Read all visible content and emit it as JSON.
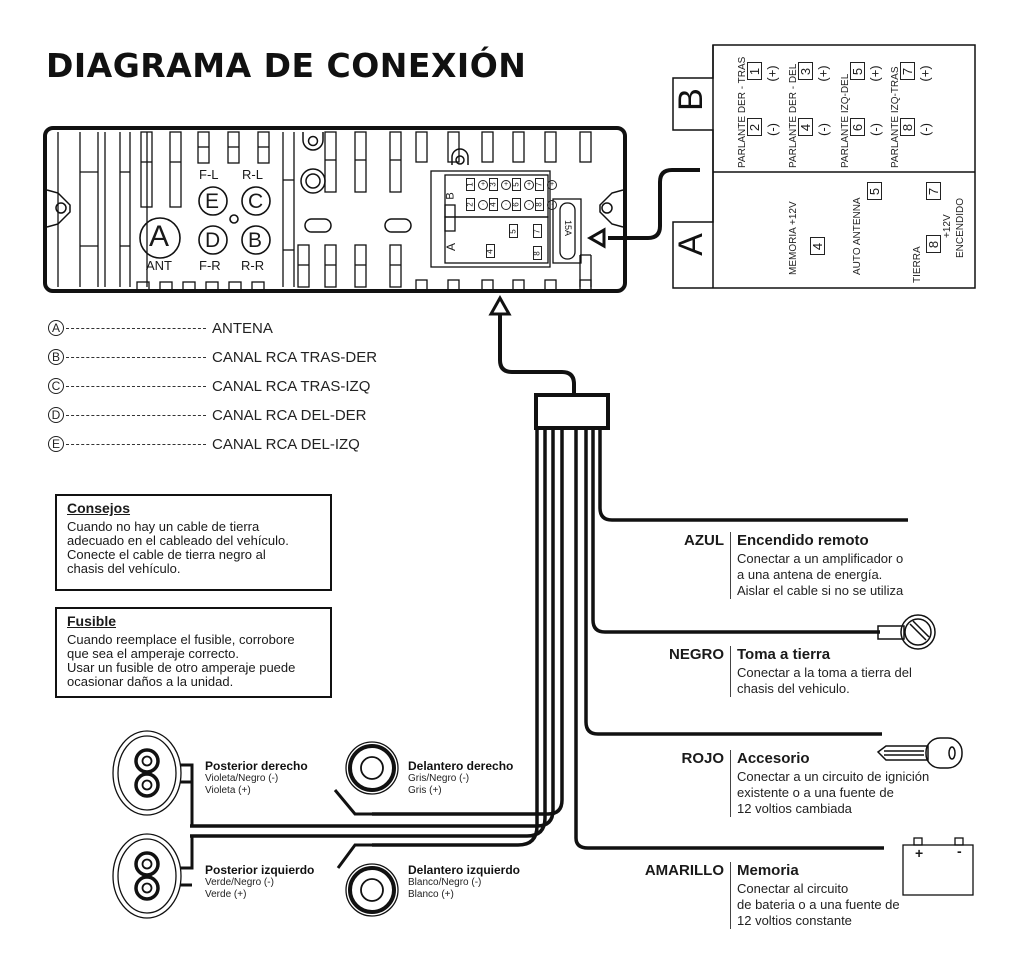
{
  "title": "DIAGRAMA DE CONEXIÓN",
  "head_unit": {
    "labels": {
      "ant": "ANT",
      "fl": "F-L",
      "rl": "R-L",
      "fr": "F-R",
      "rr": "R-R"
    },
    "jacks": {
      "a": "A",
      "b": "B",
      "c": "C",
      "d": "D",
      "e": "E"
    },
    "iso_connector": {
      "block_b_label": "B",
      "block_a_label": "A",
      "fuse_label": "15A",
      "b_pins": [
        "1",
        "3",
        "5",
        "7",
        "2",
        "4",
        "6",
        "8"
      ],
      "a_pins": [
        "5",
        "7",
        "4",
        "8"
      ]
    }
  },
  "pinout": {
    "block_b": {
      "letter": "B",
      "groups": [
        {
          "label": "PARLANTE DER - TRAS",
          "plus_pin": "1",
          "minus_pin": "2"
        },
        {
          "label": "PARLANTE DER - DEL",
          "plus_pin": "3",
          "minus_pin": "4"
        },
        {
          "label": "PARLANTE IZQ-DEL",
          "plus_pin": "5",
          "minus_pin": "6"
        },
        {
          "label": "PARLANTE IZQ-TRAS",
          "plus_pin": "7",
          "minus_pin": "8"
        }
      ],
      "plus": "(+)",
      "minus": "(-)"
    },
    "block_a": {
      "letter": "A",
      "pins": [
        {
          "label": "MEMORIA +12V",
          "pin": "4"
        },
        {
          "label": "AUTO ANTENNA",
          "pin": "5"
        },
        {
          "label": "TIERRA",
          "pin": "8"
        },
        {
          "label": "+12V",
          "label2": "ENCENDIDO",
          "pin": "7"
        }
      ]
    }
  },
  "legend": [
    {
      "letter": "A",
      "text": "ANTENA"
    },
    {
      "letter": "B",
      "text": "CANAL RCA TRAS-DER"
    },
    {
      "letter": "C",
      "text": "CANAL RCA TRAS-IZQ"
    },
    {
      "letter": "D",
      "text": "CANAL RCA DEL-DER"
    },
    {
      "letter": "E",
      "text": "CANAL RCA DEL-IZQ"
    }
  ],
  "notes": {
    "consejos": {
      "title": "Consejos",
      "text": "Cuando no hay un cable de tierra\nadecuado en el cableado del vehículo.\nConecte el cable de tierra negro al\nchasis del vehículo."
    },
    "fusible": {
      "title": "Fusible",
      "text": "Cuando reemplace el fusible, corrobore\nque sea el amperaje correcto.\nUsar un fusible de otro amperaje puede\nocasionar daños a la unidad."
    }
  },
  "wires": [
    {
      "color": "AZUL",
      "title": "Encendido remoto",
      "desc": "Conectar a un amplificador o\na una antena de energía.\nAislar el cable si no se utiliza",
      "icon": "wire-end"
    },
    {
      "color": "NEGRO",
      "title": "Toma a tierra",
      "desc": "Conectar a la toma a tierra del\nchasis del vehiculo.",
      "icon": "ground-terminal"
    },
    {
      "color": "ROJO",
      "title": "Accesorio",
      "desc": "Conectar a un circuito de ignición\nexistente o a una fuente de\n12 voltios cambiada",
      "icon": "key"
    },
    {
      "color": "AMARILLO",
      "title": "Memoria",
      "desc": "Conectar al circuito\nde bateria o a una fuente de\n12 voltios constante",
      "icon": "battery"
    }
  ],
  "battery": {
    "plus": "+",
    "minus": "-"
  },
  "speakers": [
    {
      "title": "Posterior derecho",
      "neg": "Violeta/Negro (-)",
      "pos": "Violeta (+)"
    },
    {
      "title": "Delantero derecho",
      "neg": "Gris/Negro (-)",
      "pos": "Gris (+)"
    },
    {
      "title": "Posterior izquierdo",
      "neg": "Verde/Negro (-)",
      "pos": "Verde (+)"
    },
    {
      "title": "Delantero izquierdo",
      "neg": "Blanco/Negro (-)",
      "pos": "Blanco (+)"
    }
  ]
}
